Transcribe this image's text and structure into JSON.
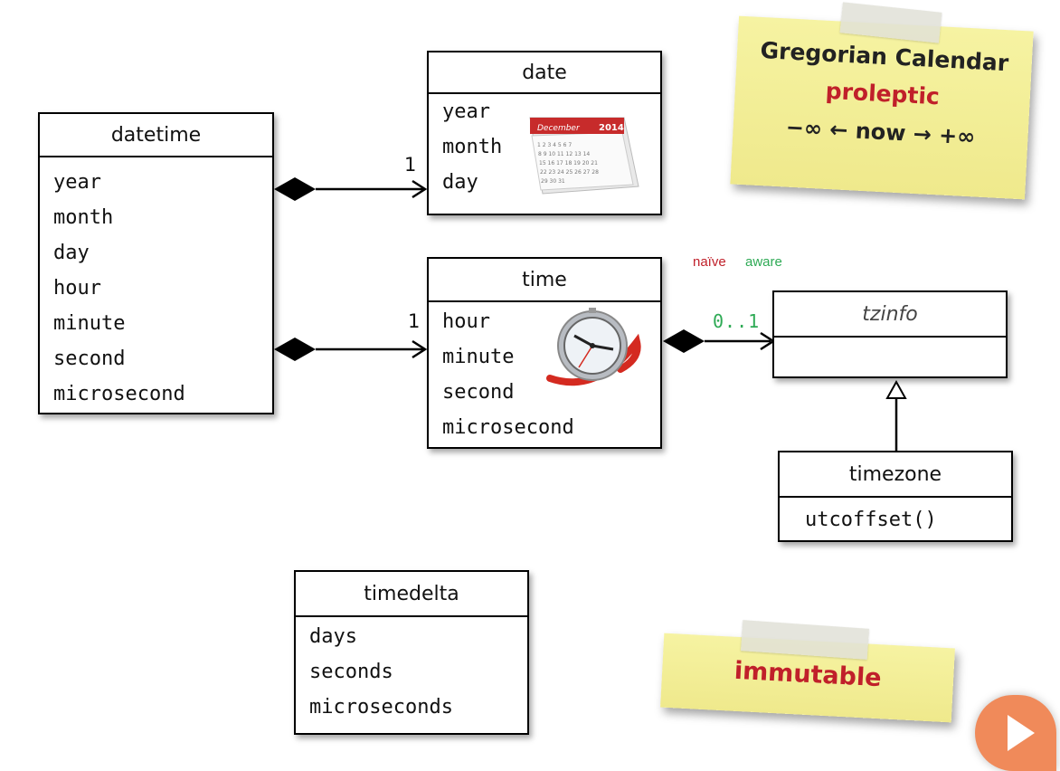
{
  "classes": {
    "datetime": {
      "name": "datetime",
      "attributes": [
        "year",
        "month",
        "day",
        "hour",
        "minute",
        "second",
        "microsecond"
      ]
    },
    "date": {
      "name": "date",
      "attributes": [
        "year",
        "month",
        "day"
      ]
    },
    "time": {
      "name": "time",
      "attributes": [
        "hour",
        "minute",
        "second",
        "microsecond"
      ]
    },
    "tzinfo": {
      "name": "tzinfo"
    },
    "timezone": {
      "name": "timezone",
      "methods": [
        "utcoffset()"
      ]
    },
    "timedelta": {
      "name": "timedelta",
      "attributes": [
        "days",
        "seconds",
        "microseconds"
      ]
    }
  },
  "multiplicities": {
    "datetime_date": "1",
    "datetime_time": "1",
    "time_tzinfo": "0..1"
  },
  "tz_labels": {
    "naive": "naïve",
    "aware": "aware"
  },
  "notes": {
    "calendar": {
      "line1": "Gregorian Calendar",
      "line2": "proleptic",
      "line3": "−∞ ← now → +∞"
    },
    "immutable": {
      "text": "immutable"
    }
  },
  "calendar_icon": {
    "month": "December",
    "year": "2014"
  },
  "colors": {
    "red": "#c0202a",
    "green": "#2eaa55",
    "note_yellow": "#f3ef9a",
    "play_orange": "#f08a5a"
  }
}
